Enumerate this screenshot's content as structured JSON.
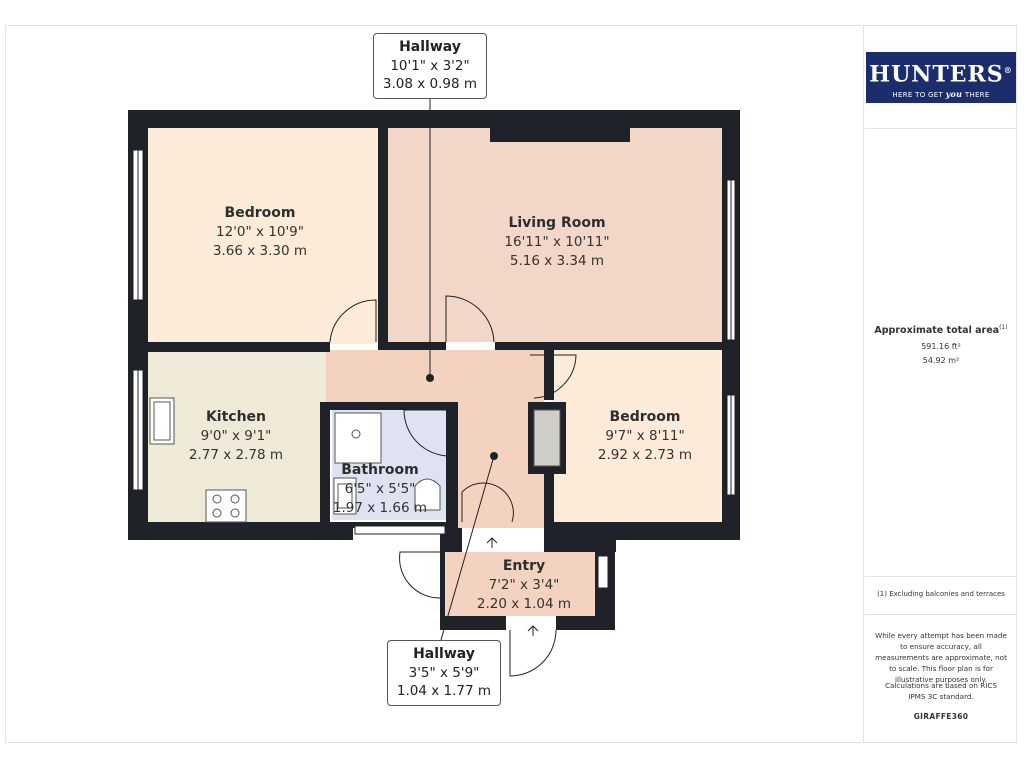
{
  "logo": {
    "brand": "HUNTERS",
    "reg": "®",
    "tagline_pre": "HERE TO GET ",
    "tagline_em": "you",
    "tagline_post": " THERE"
  },
  "area": {
    "title": "Approximate total area",
    "footnote_mark": "(1)",
    "sqft": "591.16 ft²",
    "sqm": "54.92 m²"
  },
  "note_balconies": "(1) Excluding balconies and terraces",
  "disclaimer": "While every attempt has been made to ensure accuracy, all measurements are approximate, not to scale. This floor plan is for illustrative purposes only.",
  "calc_note": "Calculations are based on RICS IPMS 3C standard.",
  "credit": "GIRAFFE360",
  "rooms": {
    "bedroom1": {
      "name": "Bedroom",
      "imperial": "12'0\" x 10'9\"",
      "metric": "3.66 x 3.30 m"
    },
    "living": {
      "name": "Living Room",
      "imperial": "16'11\" x 10'11\"",
      "metric": "5.16 x 3.34 m"
    },
    "kitchen": {
      "name": "Kitchen",
      "imperial": "9'0\" x 9'1\"",
      "metric": "2.77 x 2.78 m"
    },
    "bathroom": {
      "name": "Bathroom",
      "imperial": "6'5\" x 5'5\"",
      "metric": "1.97 x 1.66 m"
    },
    "bedroom2": {
      "name": "Bedroom",
      "imperial": "9'7\" x 8'11\"",
      "metric": "2.92 x 2.73 m"
    },
    "entry": {
      "name": "Entry",
      "imperial": "7'2\" x 3'4\"",
      "metric": "2.20 x 1.04 m"
    },
    "hallway_top": {
      "name": "Hallway",
      "imperial": "10'1\" x 3'2\"",
      "metric": "3.08 x 0.98 m"
    },
    "hallway_bottom": {
      "name": "Hallway",
      "imperial": "3'5\" x 5'9\"",
      "metric": "1.04 x 1.77 m"
    }
  },
  "colors": {
    "wall": "#1f2229",
    "bedroom_fill": "#fcebd8",
    "living_fill": "#f2d6c8",
    "kitchen_fill": "#eeead7",
    "bathroom_fill": "#dfe2f0",
    "hall_fill": "#f3d3c0",
    "logo_bg": "#1c2d6b"
  }
}
